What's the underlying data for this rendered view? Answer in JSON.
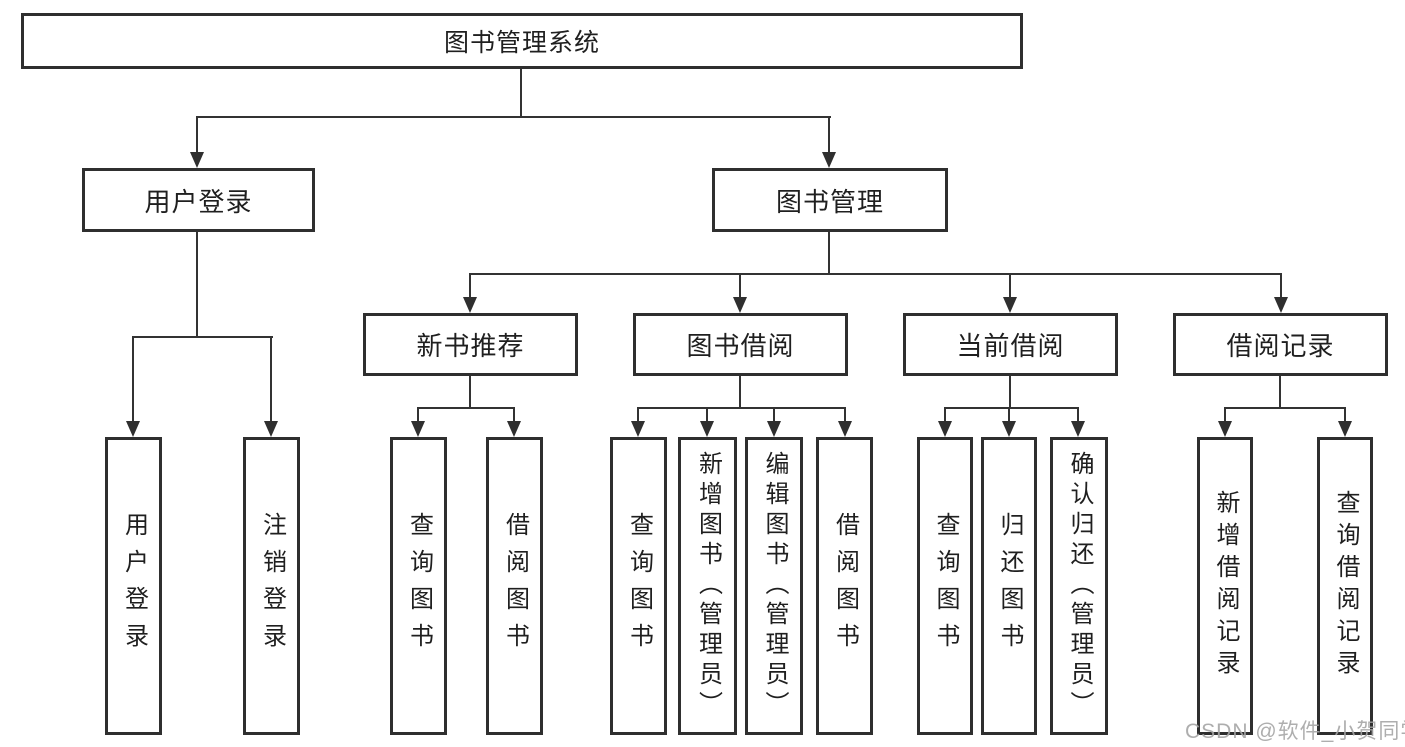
{
  "colors": {
    "background": "#ffffff",
    "box_border": "#2f2f2f",
    "line": "#333333",
    "text": "#1f1f1f",
    "watermark": "#a5a5a5"
  },
  "watermark": {
    "text": "CSDN @软件_小贺同学"
  },
  "diagram": {
    "type": "hierarchy-tree",
    "root": {
      "label": "图书管理系统"
    },
    "branches": [
      {
        "label": "用户登录",
        "children": [
          {
            "label": "用户登录"
          },
          {
            "label": "注销登录"
          }
        ]
      },
      {
        "label": "图书管理",
        "children": [
          {
            "label": "新书推荐",
            "children": [
              {
                "label": "查询图书"
              },
              {
                "label": "借阅图书"
              }
            ]
          },
          {
            "label": "图书借阅",
            "children": [
              {
                "label": "查询图书"
              },
              {
                "label": "新增图书（管理员）"
              },
              {
                "label": "编辑图书（管理员）"
              },
              {
                "label": "借阅图书"
              }
            ]
          },
          {
            "label": "当前借阅",
            "children": [
              {
                "label": "查询图书"
              },
              {
                "label": "归还图书"
              },
              {
                "label": "确认归还（管理员）"
              }
            ]
          },
          {
            "label": "借阅记录",
            "children": [
              {
                "label": "新增借阅记录"
              },
              {
                "label": "查询借阅记录"
              }
            ]
          }
        ]
      }
    ]
  }
}
